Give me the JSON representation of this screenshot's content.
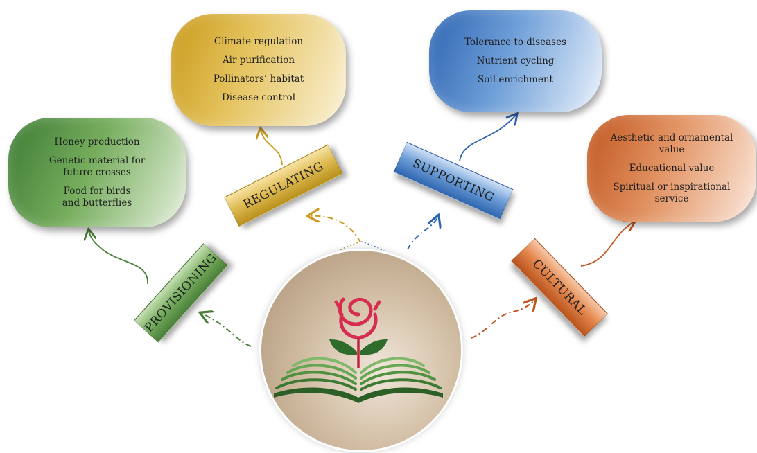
{
  "categories": [
    {
      "key": "provisioning",
      "label": "PROVISIONING",
      "color": "#4a7f38",
      "items": [
        "Honey production",
        "Genetic material for future crosses",
        "Food for birds and butterflies"
      ]
    },
    {
      "key": "regulating",
      "label": "REGULATING",
      "color": "#c99a1c",
      "items": [
        "Climate regulation",
        "Air purification",
        "Pollinators’ habitat",
        "Disease control"
      ]
    },
    {
      "key": "supporting",
      "label": "SUPPORTING",
      "color": "#2d65b2",
      "items": [
        "Tolerance to diseases",
        "Nutrient cycling",
        "Soil enrichment"
      ]
    },
    {
      "key": "cultural",
      "label": "CULTURAL",
      "color": "#c0561f",
      "items": [
        "Aesthetic and ornamental value",
        "Educational value",
        "Spiritual or inspirational service"
      ]
    }
  ],
  "center": {
    "icon": "rose-on-open-book-logo"
  }
}
